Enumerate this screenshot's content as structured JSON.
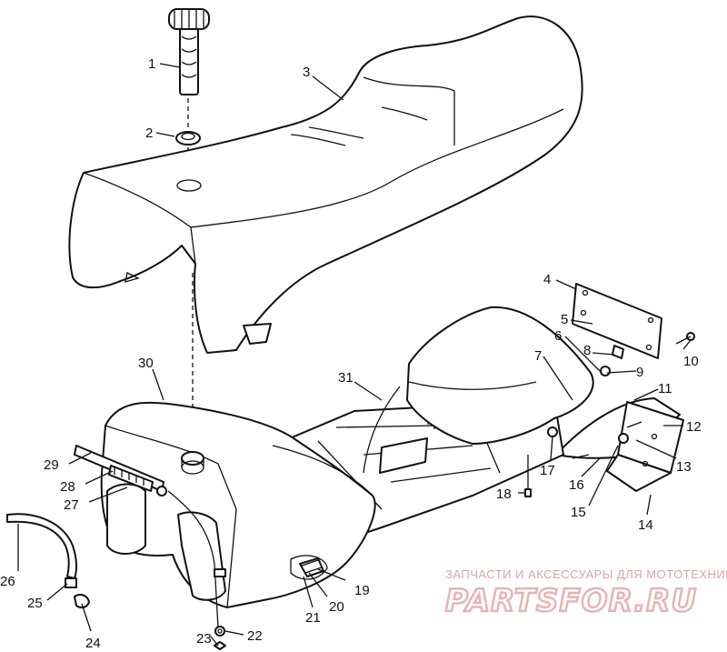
{
  "watermark": {
    "tagline": "ЗАПЧАСТИ И АКСЕССУАРЫ ДЛЯ МОТОТЕХНИКИ",
    "logo": "PARTSFOR.RU"
  },
  "callouts": [
    "1",
    "2",
    "3",
    "4",
    "5",
    "6",
    "7",
    "8",
    "9",
    "10",
    "11",
    "12",
    "13",
    "14",
    "15",
    "16",
    "17",
    "18",
    "19",
    "20",
    "21",
    "22",
    "23",
    "24",
    "25",
    "26",
    "27",
    "28",
    "29",
    "30",
    "31"
  ]
}
